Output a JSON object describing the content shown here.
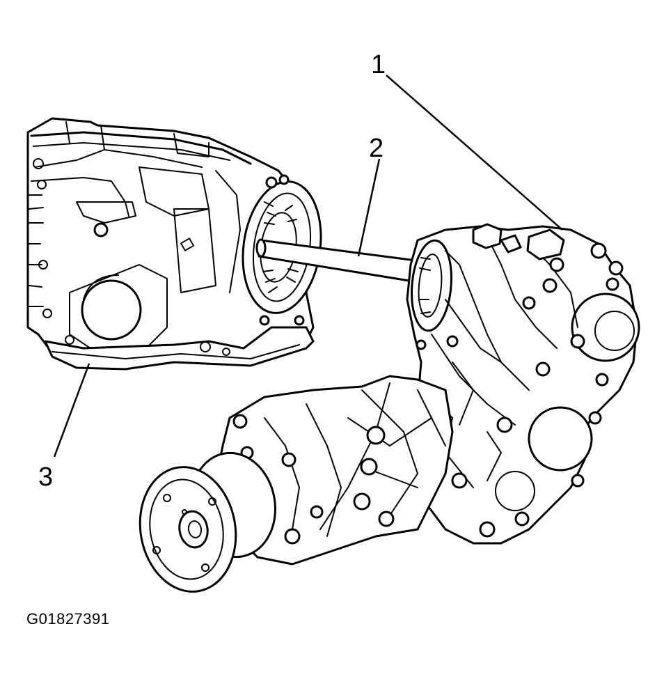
{
  "callouts": {
    "one": "1",
    "two": "2",
    "three": "3"
  },
  "figure_id": "G01827391"
}
